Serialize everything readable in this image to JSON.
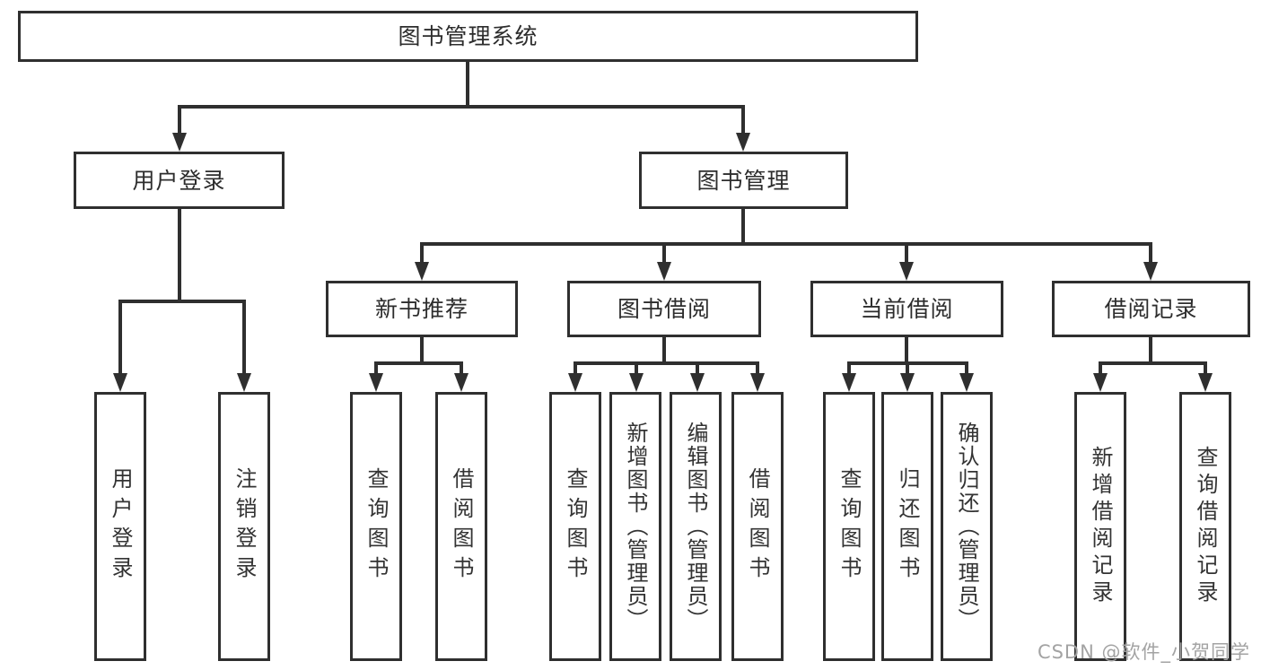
{
  "diagram": {
    "root": {
      "label": "图书管理系统"
    },
    "level2": [
      {
        "label": "用户登录"
      },
      {
        "label": "图书管理"
      }
    ],
    "level3": [
      {
        "label": "新书推荐"
      },
      {
        "label": "图书借阅"
      },
      {
        "label": "当前借阅"
      },
      {
        "label": "借阅记录"
      }
    ],
    "leaves": {
      "user_login": [
        "用户登录",
        "注销登录"
      ],
      "new_books": [
        "查询图书",
        "借阅图书"
      ],
      "book_borrow": [
        "查询图书",
        "新增图书（管理员）",
        "编辑图书（管理员）",
        "借阅图书"
      ],
      "current_borrow": [
        "查询图书",
        "归还图书",
        "确认归还（管理员）"
      ],
      "borrow_records": [
        "新增借阅记录",
        "查询借阅记录"
      ]
    }
  },
  "watermark": {
    "text": "CSDN @软件_小贺同学"
  },
  "colors": {
    "line": "#2f2f2f",
    "text": "#2d2d2d",
    "watermark": "#a3a3a3",
    "background": "#ffffff"
  }
}
